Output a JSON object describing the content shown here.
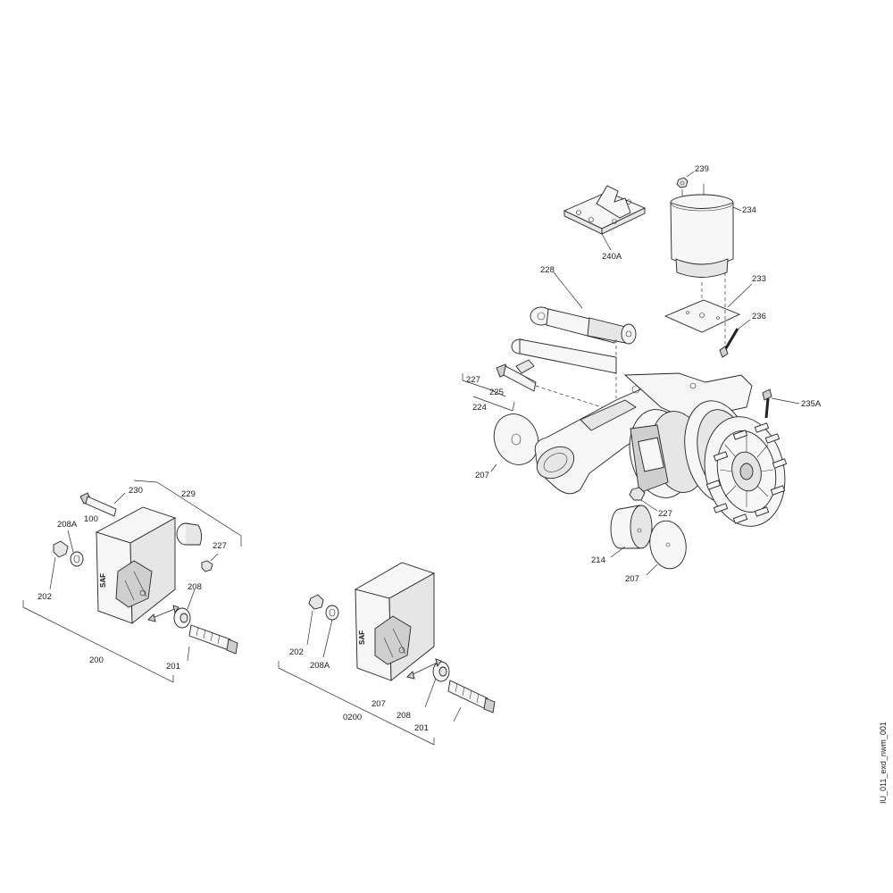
{
  "callouts": {
    "c239": "239",
    "c234": "234",
    "c240A": "240A",
    "c228": "228",
    "c233": "233",
    "c236": "236",
    "c227_top": "227",
    "c225": "225",
    "c224": "224",
    "c235A": "235A",
    "c207_mid": "207",
    "c227_right": "227",
    "c214": "214",
    "c207_bottom_right": "207",
    "c230": "230",
    "c229": "229",
    "c208A_left": "208A",
    "c100": "100",
    "c227_left": "227",
    "c208_left": "208",
    "c202_left": "202",
    "c200": "200",
    "c201_left": "201",
    "c202_mid": "202",
    "c208A_mid": "208A",
    "c207_lower": "207",
    "c208_mid": "208",
    "c0200": "0200",
    "c201_mid": "201"
  },
  "document_id": "IU_011_exd_nwm_001"
}
